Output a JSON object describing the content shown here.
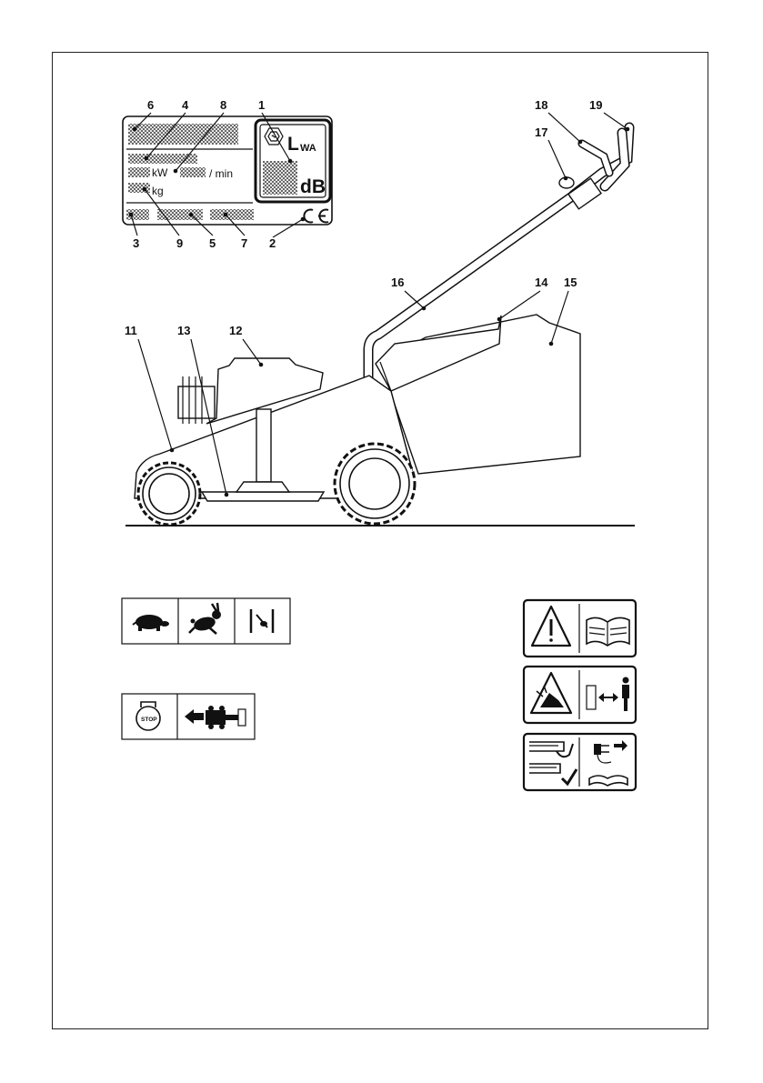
{
  "rating_plate": {
    "unit_kw": "kW",
    "unit_rpm": "/ min",
    "unit_kg": "kg",
    "noise_symbol_main": "L",
    "noise_symbol_sub": "WA",
    "noise_unit": "dB",
    "conformity_mark": "CE"
  },
  "callouts": {
    "n1": "1",
    "n2": "2",
    "n3": "3",
    "n4": "4",
    "n5": "5",
    "n6": "6",
    "n7": "7",
    "n8": "8",
    "n9": "9",
    "n11": "11",
    "n12": "12",
    "n13": "13",
    "n14": "14",
    "n15": "15",
    "n16": "16",
    "n17": "17",
    "n18": "18",
    "n19": "19"
  },
  "symbols": {
    "stop_label": "STOP",
    "speed_panel": [
      "slow-turtle-icon",
      "fast-rabbit-icon",
      "choke-icon"
    ],
    "stop_panel": [
      "engine-stop-icon",
      "lawnmower-direction-icon"
    ],
    "warning_labels": [
      "warning-read-manual",
      "keep-bystanders-away",
      "disconnect-before-maintenance"
    ]
  }
}
